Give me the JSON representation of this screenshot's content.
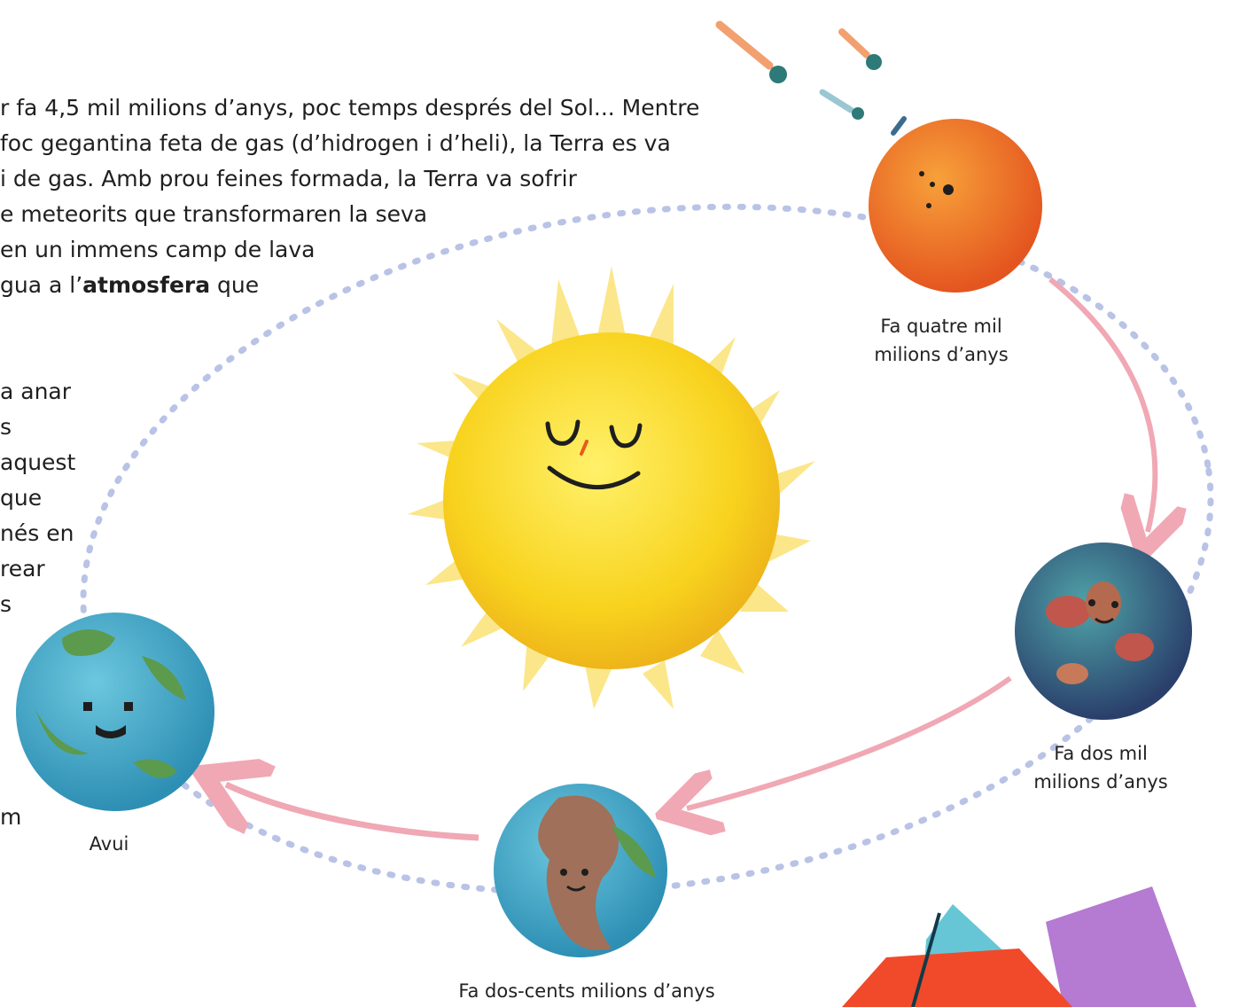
{
  "intro_text": {
    "lines": [
      "r fa 4,5 mil milions d’anys, poc temps després del Sol... Mentre",
      "foc gegantina feta de gas (d’hidrogen i d’heli), la Terra es va",
      " i de gas. Amb prou feines formada, la Terra va sofrir",
      "e meteorits que transformaren la seva",
      "en un immens camp de lava",
      "gua a l’",
      "atmosfera",
      " que"
    ]
  },
  "side_text": {
    "lines": [
      "a anar",
      "s",
      "aquest",
      " que",
      "nés en",
      "rear",
      "s",
      "m"
    ]
  },
  "captions": {
    "four_billion": [
      "Fa quatre mil",
      "milions d’anys"
    ],
    "two_billion": [
      "Fa dos mil",
      "milions d’anys"
    ],
    "two_hundred_million": "Fa dos-cents milions d’anys",
    "today": "Avui"
  },
  "colors": {
    "sun": "#f7d21c",
    "sun_rays": "#fbe68a",
    "orbit_dots": "#b9c3e6",
    "arrow": "#f0a8b4",
    "early_earth": "#f07a2a",
    "ocean": "#3aa6c9",
    "land": "#5c9a4e"
  },
  "icons": [
    "sun-character-icon",
    "meteor-icon",
    "planet-icon",
    "arrow-icon"
  ]
}
